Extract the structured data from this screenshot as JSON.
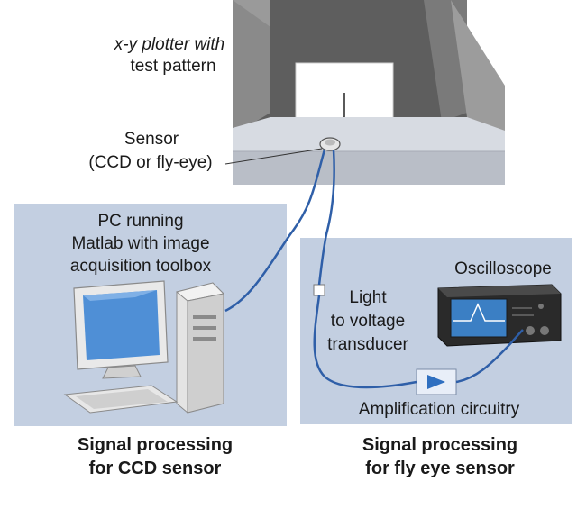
{
  "plotter": {
    "label_line1": "x-y plotter with",
    "label_line2": "test pattern"
  },
  "sensor": {
    "label_line1": "Sensor",
    "label_line2": "(CCD or fly-eye)"
  },
  "pc_panel": {
    "label_line1": "PC running",
    "label_line2": "Matlab with image",
    "label_line3": "acquisition toolbox",
    "caption_line1": "Signal processing",
    "caption_line2": "for CCD sensor"
  },
  "fly_panel": {
    "transducer_line1": "Light",
    "transducer_line2": "to voltage",
    "transducer_line3": "transducer",
    "oscilloscope": "Oscilloscope",
    "amplification": "Amplification circuitry",
    "caption_line1": "Signal processing",
    "caption_line2": "for fly eye sensor"
  },
  "colors": {
    "panel_fill": "#c3cfe1",
    "cable": "#2f5fa8",
    "plotter_wall": "#5c5c5c",
    "table_top": "#d9dde4",
    "screen": "#4f8fd6",
    "scope_screen": "#3b7fc4",
    "amp_arrow": "#2f6fc0"
  },
  "icons": [
    "plotter-icon",
    "sensor-icon",
    "computer-icon",
    "oscilloscope-icon",
    "transducer-icon",
    "amplifier-icon"
  ]
}
